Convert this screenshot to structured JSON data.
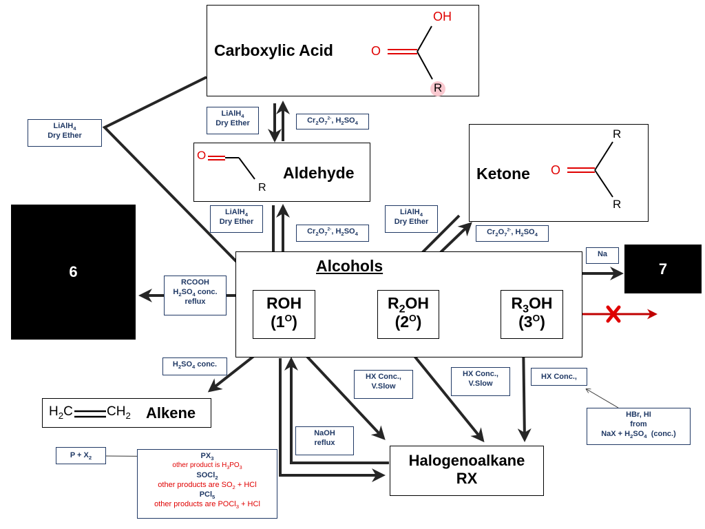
{
  "nodes": {
    "carboxylic_acid": "Carboxylic Acid",
    "aldehyde": "Aldehyde",
    "ketone": "Ketone",
    "alcohols": "Alcohols",
    "primary": {
      "formula": "ROH",
      "degree": "(1O)"
    },
    "secondary": {
      "formula_pre": "R",
      "formula_sub": "2",
      "formula_post": "OH",
      "degree": "(2O)"
    },
    "tertiary": {
      "formula_pre": "R",
      "formula_sub": "3",
      "formula_post": "OH",
      "degree": "(3O)"
    },
    "alkene": "Alkene",
    "halogenoalkane": "Halogenoalkane",
    "halogenoalkane_rx": "RX",
    "ester_placeholder": "6",
    "sodium_placeholder": "7"
  },
  "structures": {
    "acid_oh": "OH",
    "acid_o": "O",
    "acid_r": "R",
    "aldehyde_o": "O",
    "aldehyde_r": "R",
    "ketone_o": "O",
    "ketone_r_top": "R",
    "ketone_r_bottom": "R",
    "alkene_left": "H",
    "alkene_left_sub": "2",
    "alkene_left_c": "C",
    "alkene_right_c": "CH",
    "alkene_right_sub": "2"
  },
  "reagents": {
    "lialh4_top": {
      "line1": "LiAlH",
      "sub": "4",
      "line2": "Dry Ether"
    },
    "lialh4_mid": {
      "line1": "LiAlH",
      "sub": "4",
      "line2": "Dry Ether"
    },
    "lialh4_left": {
      "line1": "LiAlH",
      "sub": "4",
      "line2": "Dry Ether"
    },
    "lialh4_ketone": {
      "line1": "LiAlH",
      "sub": "4",
      "line2": "Dry Ether"
    },
    "dichromate": "Cr2O72-, H2SO4",
    "rcooh": {
      "line1": "RCOOH",
      "line2": "conc.",
      "line3": "reflux"
    },
    "na": "Na",
    "h2so4_conc": "conc.",
    "hx_slow": {
      "line1": "HX Conc.,",
      "line2": "V.Slow"
    },
    "hx_conc": "HX Conc.,",
    "hbr_hi": {
      "line1": "HBr, HI",
      "line2": "from",
      "line3": "(conc.)"
    },
    "naoh": {
      "line1": "NaOH",
      "line2": "reflux"
    },
    "p_x2": "P + X",
    "px_box": {
      "px3": "PX",
      "px3_note": "other product is H",
      "socl2": "SOCl",
      "socl2_note": "other products are SO",
      "socl2_note_tail": " + HCl",
      "pcl5": "PCl",
      "pcl5_note": "other products are POCl",
      "pcl5_note_tail": " + HCl"
    }
  },
  "colors": {
    "navy": "#1f3864",
    "red": "#e00000",
    "arrow": "#262626"
  }
}
